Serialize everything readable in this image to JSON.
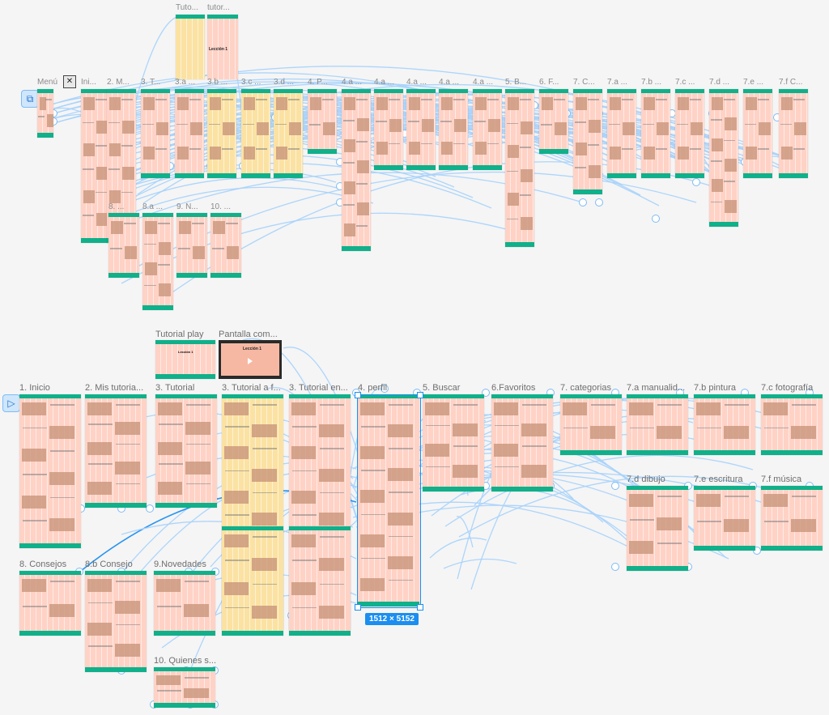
{
  "canvas": {
    "size_badge": "1512 × 5152",
    "close_symbol": "✕"
  },
  "top_row": {
    "labels": [
      "Menú",
      "Ini...",
      "2. M...",
      "3. T...",
      "3.a ...",
      "3.b ...",
      "3.c ...",
      "3.d ...",
      "4. P...",
      "4.a ...",
      "4.a ...",
      "4.a ...",
      "4.a ...",
      "4.a ...",
      "5. B...",
      "6. F...",
      "7. C...",
      "7.a ...",
      "7.b ...",
      "7.c ...",
      "7.d ...",
      "7.e ...",
      "7.f C..."
    ],
    "small_labels": [
      "Tuto...",
      "tutor..."
    ],
    "lesson_title": "Lección 1",
    "row2_labels": [
      "8. ...",
      "8.a ...",
      "9. N...",
      "10. ..."
    ]
  },
  "bottom": {
    "tutorial_play": "Tutorial play",
    "pantalla_com": "Pantalla com...",
    "lesson_title": "Lección 1",
    "row1": [
      "1. Inicio",
      "2. Mis tutoria...",
      "3. Tutorial",
      "3. Tutorial a f...",
      "3. Tutorial en...",
      "4. perfil",
      "5. Buscar",
      "6.Favoritos",
      "7. categorias",
      "7.a manualid...",
      "7.b pintura",
      "7.c fotografía"
    ],
    "row2_right": [
      "7.d dibujo",
      "7.e escritura",
      "7.f música"
    ],
    "row2_mid": [
      "3. Tutorial a f...",
      "3. Tutorial en..."
    ],
    "row3": [
      "8. Consejos",
      "8.b Consejo",
      "9.Novedades"
    ],
    "row4": [
      "10. Quienes s..."
    ]
  },
  "colors": {
    "frame_fill": "#ffd2c6",
    "frame_yellow": "#fbe2a3",
    "header_green": "#10b08a",
    "connector_blue": "#a9d3fb",
    "selection_blue": "#1b8ef0"
  },
  "icons": [
    "component-icon",
    "close-icon",
    "present-icon"
  ]
}
